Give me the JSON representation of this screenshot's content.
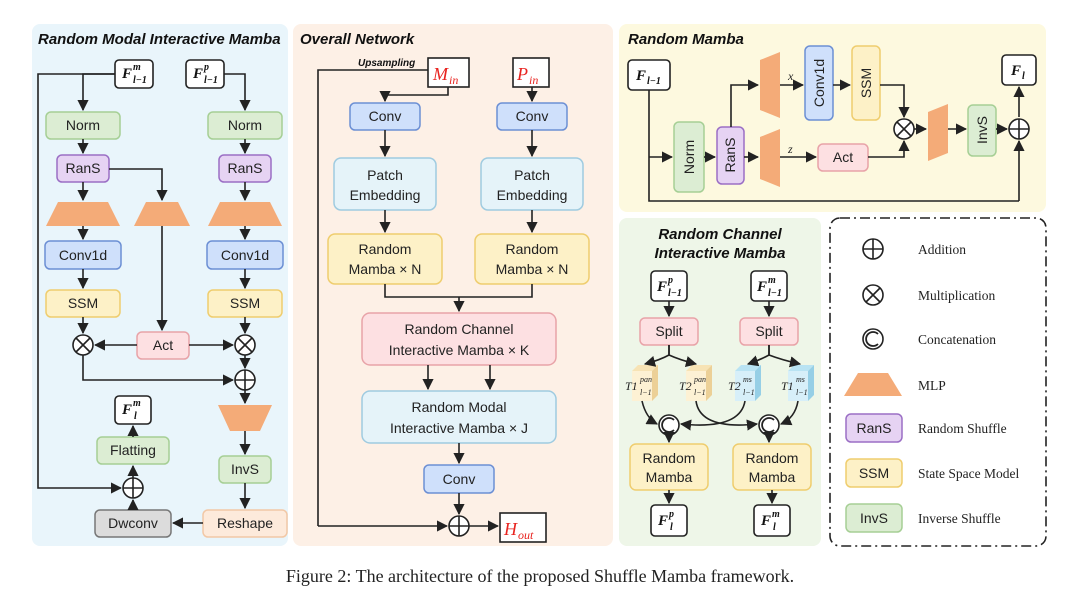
{
  "caption": "Figure 2: The architecture of the proposed Shuffle Mamba framework.",
  "panels": {
    "rmim": {
      "title": "Random Modal Interactive Mamba",
      "in_left": "F",
      "in_left_sup": "m",
      "in_left_sub": "l−1",
      "in_right": "F",
      "in_right_sup": "p",
      "in_right_sub": "l−1",
      "norm": "Norm",
      "rans": "RanS",
      "conv1d": "Conv1d",
      "ssm": "SSM",
      "act": "Act",
      "out": "F",
      "out_sup": "m",
      "out_sub": "l",
      "flatting": "Flatting",
      "invs": "InvS",
      "dwconv": "Dwconv",
      "reshape": "Reshape"
    },
    "overall": {
      "title": "Overall Network",
      "upsampling": "Upsampling",
      "m_in": "M",
      "m_in_sub": "in",
      "p_in": "P",
      "p_in_sub": "in",
      "conv": "Conv",
      "patch_1": "Patch",
      "patch_2": "Embedding",
      "rm_1": "Random",
      "rm_2": "Mamba × N",
      "rcim_1": "Random Channel",
      "rcim_2": "Interactive Mamba × K",
      "rmim_1": "Random Modal",
      "rmim_2": "Interactive Mamba × J",
      "h_out": "H",
      "h_out_sub": "out"
    },
    "rm": {
      "title": "Random Mamba",
      "in": "F",
      "in_sub": "l−1",
      "norm": "Norm",
      "rans": "RanS",
      "conv1d": "Conv1d",
      "ssm": "SSM",
      "act": "Act",
      "invs": "InvS",
      "x": "x",
      "z": "z",
      "out": "F",
      "out_sub": "l"
    },
    "rcim": {
      "title_1": "Random Channel",
      "title_2": "Interactive Mamba",
      "in_left": "F",
      "in_left_sup": "p",
      "in_left_sub": "l−1",
      "in_right": "F",
      "in_right_sup": "m",
      "in_right_sub": "l−1",
      "split": "Split",
      "t1_pan": "T1",
      "t1_pan_sup": "pan",
      "t1_pan_sub": "l−1",
      "t2_pan": "T2",
      "t2_pan_sup": "pan",
      "t2_pan_sub": "l−1",
      "t2_ms": "T2",
      "t2_ms_sup": "ms",
      "t2_ms_sub": "l−1",
      "t1_ms": "T1",
      "t1_ms_sup": "ms",
      "t1_ms_sub": "l−1",
      "rm_1": "Random",
      "rm_2": "Mamba",
      "out_left": "F",
      "out_left_sup": "p",
      "out_left_sub": "l",
      "out_right": "F",
      "out_right_sup": "m",
      "out_right_sub": "l"
    },
    "legend": {
      "addition": "Addition",
      "multiplication": "Multiplication",
      "concatenation": "Concatenation",
      "mlp": "MLP",
      "rans_box": "RanS",
      "rans_text": "Random Shuffle",
      "ssm_box": "SSM",
      "ssm_text": "State Space Model",
      "invs_box": "InvS",
      "invs_text": "Inverse Shuffle"
    }
  },
  "colors": {
    "rmim_bg": "#e9f5fb",
    "overall_bg": "#fdf0e6",
    "rm_bg": "#fdf9df",
    "rcim_bg": "#eef6e8",
    "norm": "#dcedd3",
    "rans": "#e6d3f3",
    "conv1d": "#cfe0fb",
    "ssm": "#fdf1c7",
    "act": "#fde0e2",
    "mlp": "#f4ab78",
    "patch": "#e5f3f9",
    "invs": "#dcedd3",
    "dwconv": "#dcdcdc",
    "reshape": "#fdeadb",
    "red": "#e8231f"
  }
}
